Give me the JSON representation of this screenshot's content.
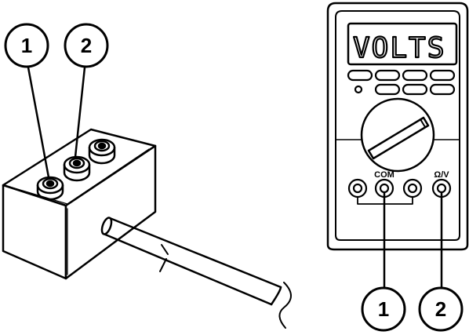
{
  "callouts": {
    "box_1": "1",
    "box_2": "2",
    "meter_1": "1",
    "meter_2": "2"
  },
  "meter": {
    "display_text": "VOLTS",
    "jack_com_label": "COM",
    "jack_ohm_volt_label": "Ω/V"
  }
}
